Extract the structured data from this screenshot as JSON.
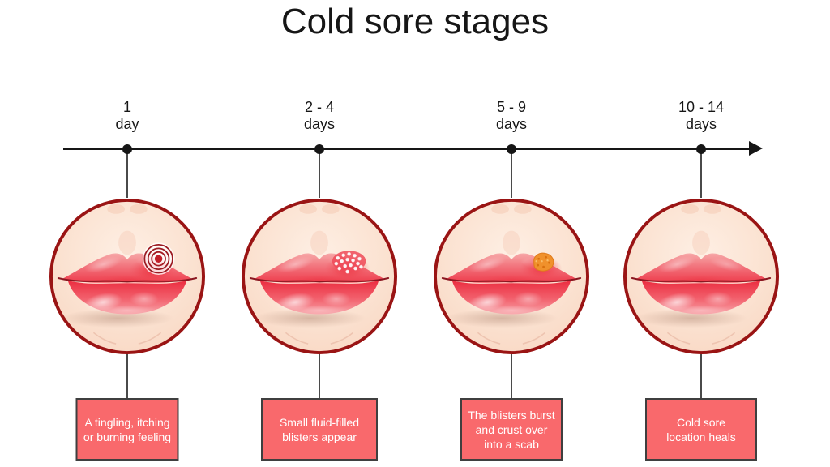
{
  "title": "Cold sore stages",
  "timeline": {
    "ticks": [
      {
        "duration": "1\nday"
      },
      {
        "duration": "2 - 4\ndays"
      },
      {
        "duration": "5 - 9\ndays"
      },
      {
        "duration": "10 - 14\ndays"
      }
    ]
  },
  "stages": [
    {
      "label": "A tingling, itching\nor burning feeling",
      "icon": "tingling-rings-icon"
    },
    {
      "label": "Small fluid-filled\nblisters appear",
      "icon": "blisters-icon"
    },
    {
      "label": "The blisters burst\nand crust over\ninto a scab",
      "icon": "scab-icon"
    },
    {
      "label": "Cold sore\nlocation heals",
      "icon": ""
    }
  ],
  "colors": {
    "title": "#161616",
    "timeline": "#161616",
    "connector": "#4a4a4a",
    "circle_border": "#9a1414",
    "box_fill": "#f9696c",
    "box_border": "#3f3f3f",
    "box_text": "#ffffff",
    "skin": "#fbe2d1",
    "lip_red": "#ee3c4c",
    "scab_orange": "#f0912c"
  }
}
